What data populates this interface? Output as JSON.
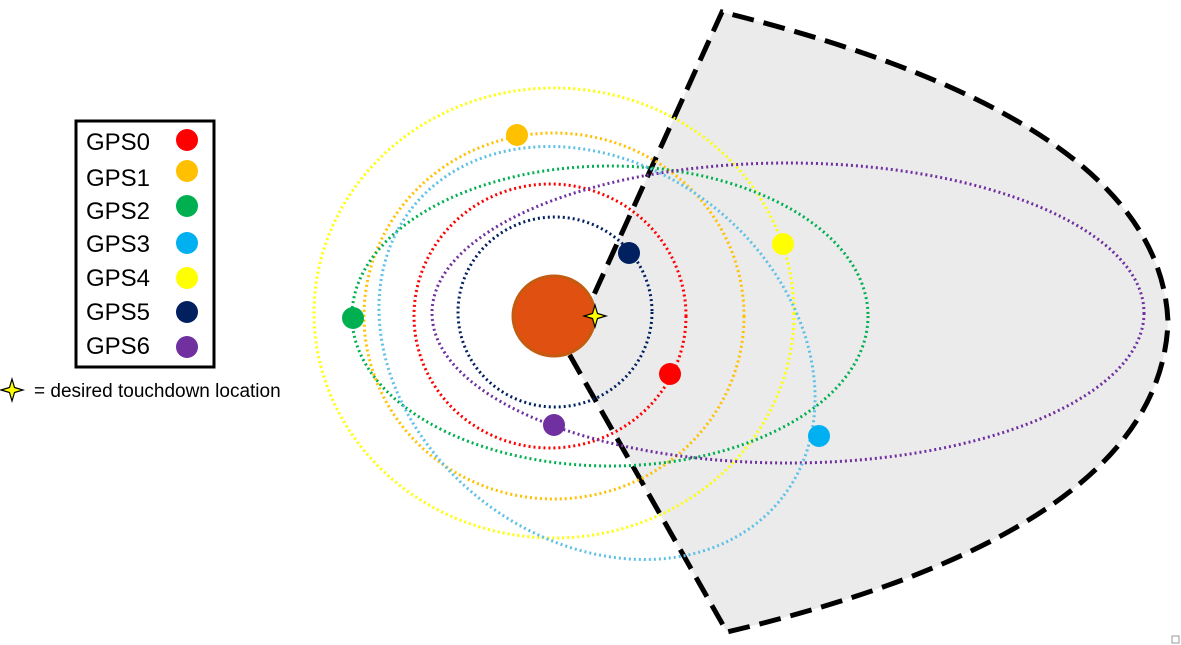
{
  "legend": {
    "items": [
      {
        "label": "GPS0",
        "color": "#ff0000"
      },
      {
        "label": "GPS1",
        "color": "#ffc000"
      },
      {
        "label": "GPS2",
        "color": "#00b050"
      },
      {
        "label": "GPS3",
        "color": "#00b0f0"
      },
      {
        "label": "GPS4",
        "color": "#ffff00"
      },
      {
        "label": "GPS5",
        "color": "#002060"
      },
      {
        "label": "GPS6",
        "color": "#7030a0"
      }
    ]
  },
  "note": {
    "icon": "four-point-star-icon",
    "text": "= desired touchdown location"
  },
  "colors": {
    "planet": "#e05010",
    "planet_outline": "#c55a11",
    "region_fill": "#ebebeb",
    "star": "#ffff00"
  }
}
